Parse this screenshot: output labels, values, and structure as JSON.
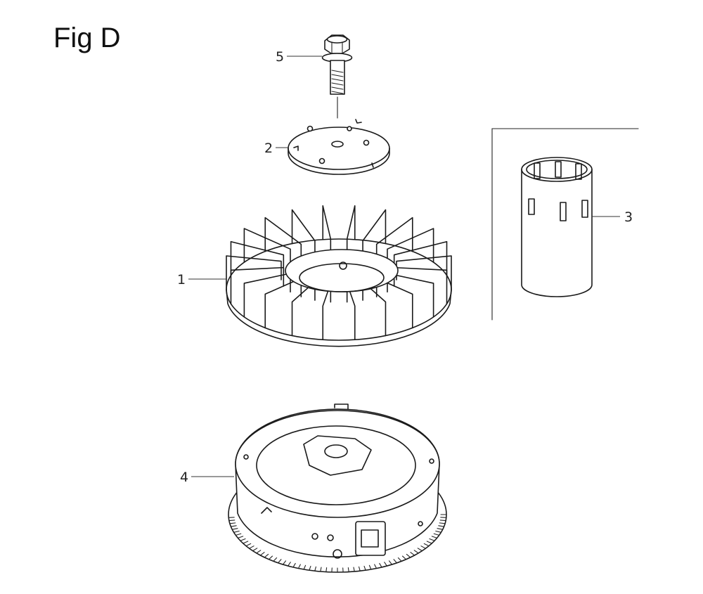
{
  "figure": {
    "title": "Fig D"
  },
  "callouts": [
    {
      "id": "flywheel-fan",
      "number": "1"
    },
    {
      "id": "fan-cover-plate",
      "number": "2"
    },
    {
      "id": "sleeve",
      "number": "3"
    },
    {
      "id": "flywheel",
      "number": "4"
    },
    {
      "id": "flange-bolt",
      "number": "5"
    }
  ],
  "colors": {
    "line": "#1a1a1a",
    "background": "#ffffff"
  }
}
